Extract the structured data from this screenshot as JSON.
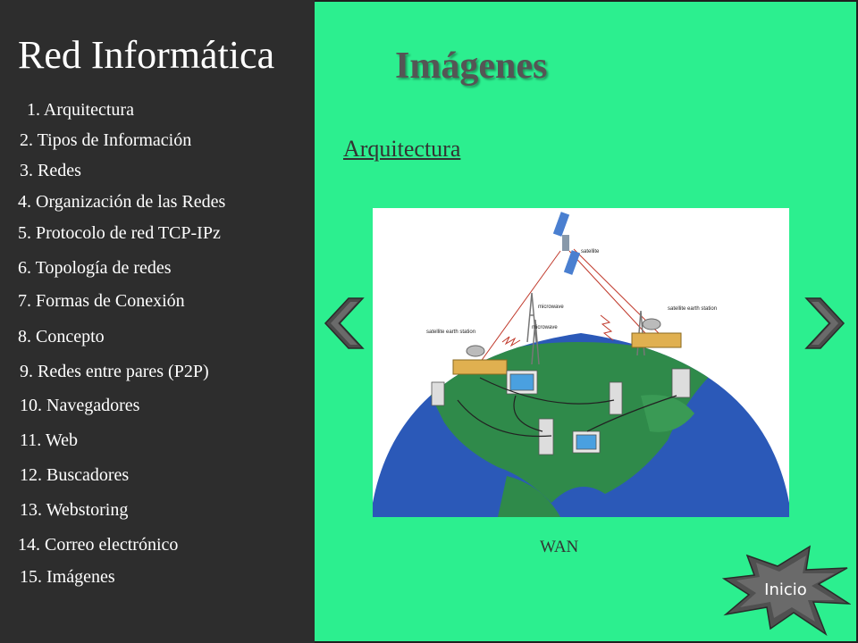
{
  "sidebar": {
    "title": "Red Informática",
    "items": [
      {
        "label": "1.  Arquitectura"
      },
      {
        "label": "2.  Tipos de Información"
      },
      {
        "label": "3.  Redes"
      },
      {
        "label": "4. Organización de las Redes"
      },
      {
        "label": "5. Protocolo de red TCP-IPz"
      },
      {
        "label": "6. Topología de redes"
      },
      {
        "label": "7. Formas de Conexión"
      },
      {
        "label": "8. Concepto"
      },
      {
        "label": "9. Redes entre pares (P2P)"
      },
      {
        "label": "10. Navegadores"
      },
      {
        "label": "11. Web"
      },
      {
        "label": "12. Buscadores"
      },
      {
        "label": "13. Webstoring"
      },
      {
        "label": "14. Correo electrónico"
      },
      {
        "label": "15. Imágenes"
      }
    ]
  },
  "main": {
    "title": "Imágenes",
    "section_link": "Arquitectura",
    "figure": {
      "labels": {
        "satellite": "satellite",
        "microwave_top": "microwave",
        "microwave_mid": "microwave",
        "earth_station_left": "satellite earth station",
        "earth_station_right": "satellite earth station"
      }
    },
    "caption": "WAN",
    "home_button": "Inicio"
  },
  "icons": {
    "prev": "chevron-left-icon",
    "next": "chevron-right-icon",
    "home": "starburst-icon"
  },
  "colors": {
    "sidebar_bg": "#2d2d2d",
    "main_bg": "#2cef8f",
    "ocean": "#2b59b8",
    "land": "#2f8a4a"
  }
}
